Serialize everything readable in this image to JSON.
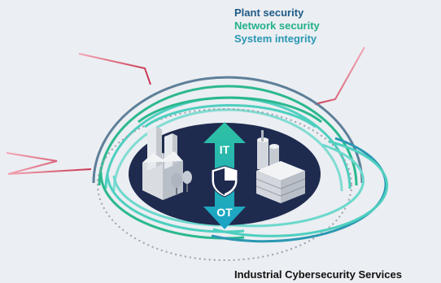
{
  "legend": [
    {
      "label": "Plant security",
      "color": "#1e5a86"
    },
    {
      "label": "Network security",
      "color": "#22b08c"
    },
    {
      "label": "System integrity",
      "color": "#2a97b3"
    }
  ],
  "arrow": {
    "top_label": "IT",
    "bottom_label": "OT"
  },
  "footer": {
    "title": "Industrial Cybersecurity Services"
  },
  "colors": {
    "background": "#ebeef2",
    "ellipse_fill": "#1f2a4f",
    "arrow_gradient_top": "#2fc2a2",
    "arrow_gradient_bottom": "#1aa2c6",
    "attack_lines": "#d23f5c"
  },
  "icons": [
    "factory-icon",
    "shield-icon",
    "tanks-icon",
    "server-stack-icon",
    "tree-icon"
  ]
}
